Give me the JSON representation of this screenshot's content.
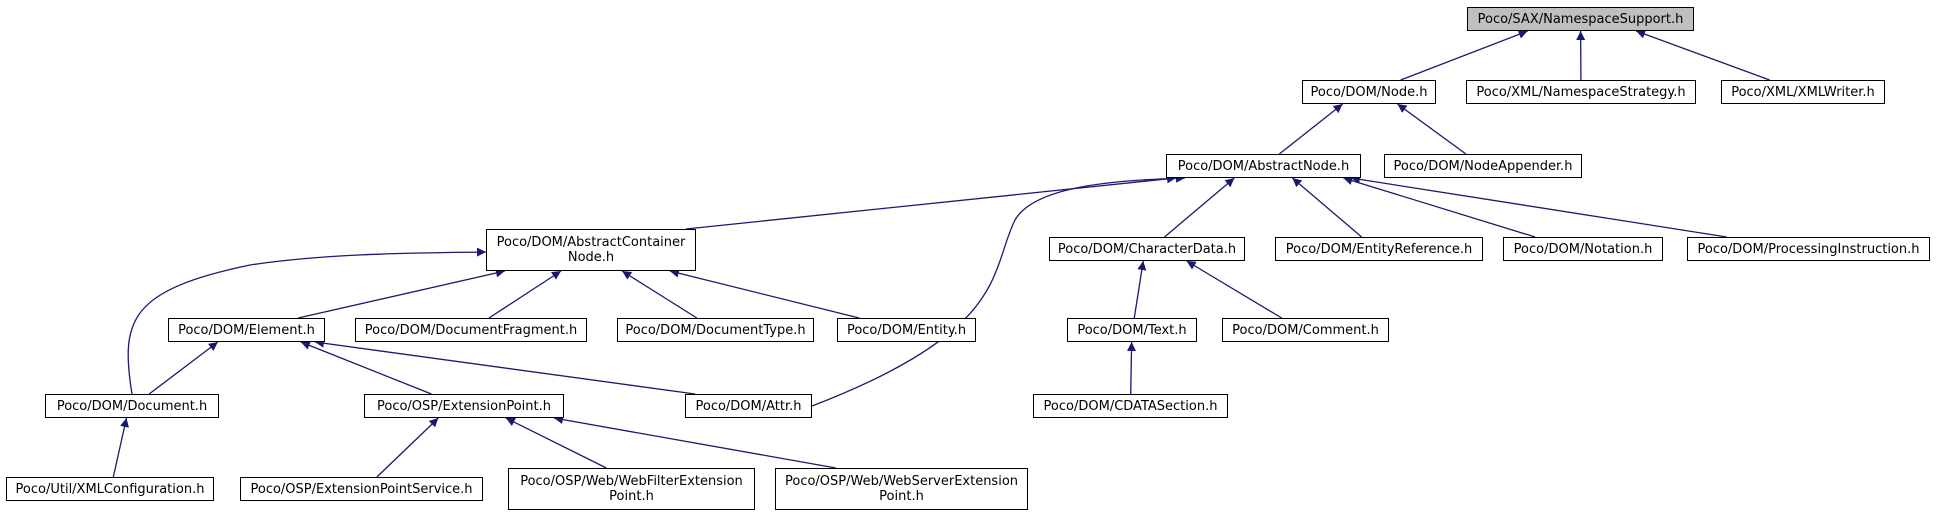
{
  "title": "Include dependency graph for NamespaceSupport.h",
  "colors": {
    "edge": "#191970",
    "root_fill": "#bfbfbf",
    "node_fill": "#ffffff",
    "border": "#000000"
  },
  "nodes": {
    "ns": "Poco/SAX/NamespaceSupport.h",
    "node": "Poco/DOM/Node.h",
    "nsstrat": "Poco/XML/NamespaceStrategy.h",
    "xmlwriter": "Poco/XML/XMLWriter.h",
    "abstractnode": "Poco/DOM/AbstractNode.h",
    "nodeappender": "Poco/DOM/NodeAppender.h",
    "abscontainer": "Poco/DOM/AbstractContainer\nNode.h",
    "chardata": "Poco/DOM/CharacterData.h",
    "entityref": "Poco/DOM/EntityReference.h",
    "notation": "Poco/DOM/Notation.h",
    "procinstr": "Poco/DOM/ProcessingInstruction.h",
    "element": "Poco/DOM/Element.h",
    "docfragment": "Poco/DOM/DocumentFragment.h",
    "doctype": "Poco/DOM/DocumentType.h",
    "entity": "Poco/DOM/Entity.h",
    "text": "Poco/DOM/Text.h",
    "comment": "Poco/DOM/Comment.h",
    "document": "Poco/DOM/Document.h",
    "extpoint": "Poco/OSP/ExtensionPoint.h",
    "attr": "Poco/DOM/Attr.h",
    "cdata": "Poco/DOM/CDATASection.h",
    "xmlconfig": "Poco/Util/XMLConfiguration.h",
    "extpointservice": "Poco/OSP/ExtensionPointService.h",
    "webfilter": "Poco/OSP/Web/WebFilterExtension\nPoint.h",
    "webserver": "Poco/OSP/Web/WebServerExtension\nPoint.h"
  },
  "edges": [
    [
      "node",
      "ns"
    ],
    [
      "nsstrat",
      "ns"
    ],
    [
      "xmlwriter",
      "ns"
    ],
    [
      "abstractnode",
      "node"
    ],
    [
      "nodeappender",
      "node"
    ],
    [
      "abscontainer",
      "abstractnode"
    ],
    [
      "chardata",
      "abstractnode"
    ],
    [
      "entityref",
      "abstractnode"
    ],
    [
      "notation",
      "abstractnode"
    ],
    [
      "procinstr",
      "abstractnode"
    ],
    [
      "attr",
      "abstractnode"
    ],
    [
      "element",
      "abscontainer"
    ],
    [
      "docfragment",
      "abscontainer"
    ],
    [
      "doctype",
      "abscontainer"
    ],
    [
      "entity",
      "abscontainer"
    ],
    [
      "document",
      "abscontainer"
    ],
    [
      "text",
      "chardata"
    ],
    [
      "comment",
      "chardata"
    ],
    [
      "document",
      "element"
    ],
    [
      "extpoint",
      "element"
    ],
    [
      "attr",
      "element"
    ],
    [
      "cdata",
      "text"
    ],
    [
      "xmlconfig",
      "document"
    ],
    [
      "extpointservice",
      "extpoint"
    ],
    [
      "webfilter",
      "extpoint"
    ],
    [
      "webserver",
      "extpoint"
    ]
  ]
}
